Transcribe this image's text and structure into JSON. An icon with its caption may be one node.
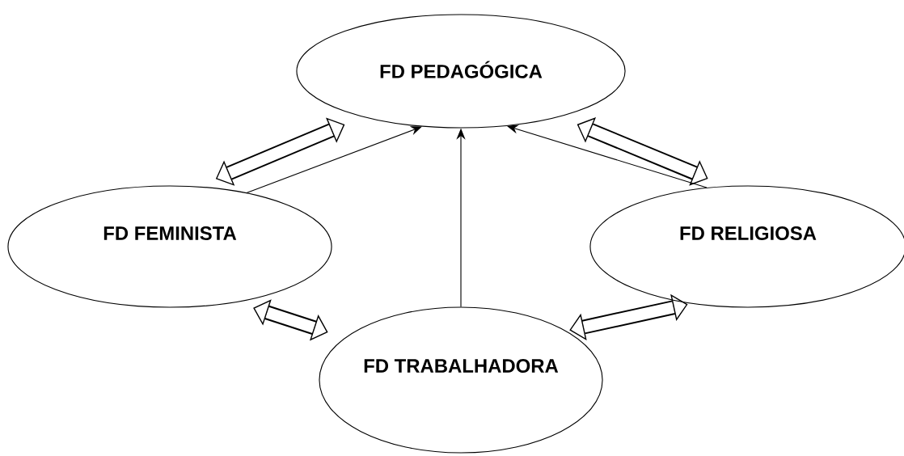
{
  "diagram": {
    "nodes": [
      {
        "text": [
          "FD PEDAGÓGICA"
        ]
      },
      {
        "text": [
          "FD FEMINISTA"
        ]
      },
      {
        "text": [
          "FD RELIGIOSA"
        ]
      },
      {
        "text": [
          "FD TRABALHADORA"
        ]
      }
    ],
    "edges": [
      {
        "from": 1,
        "to": 0,
        "arrow": "both"
      },
      {
        "from": 1,
        "to": 0,
        "arrow": "to"
      },
      {
        "from": 3,
        "to": 0,
        "arrow": "to"
      },
      {
        "from": 2,
        "to": 0,
        "arrow": "to"
      },
      {
        "from": 2,
        "to": 0,
        "arrow": "both"
      },
      {
        "from": 1,
        "to": 3,
        "arrow": "both"
      },
      {
        "from": 2,
        "to": 3,
        "arrow": "both"
      }
    ]
  }
}
